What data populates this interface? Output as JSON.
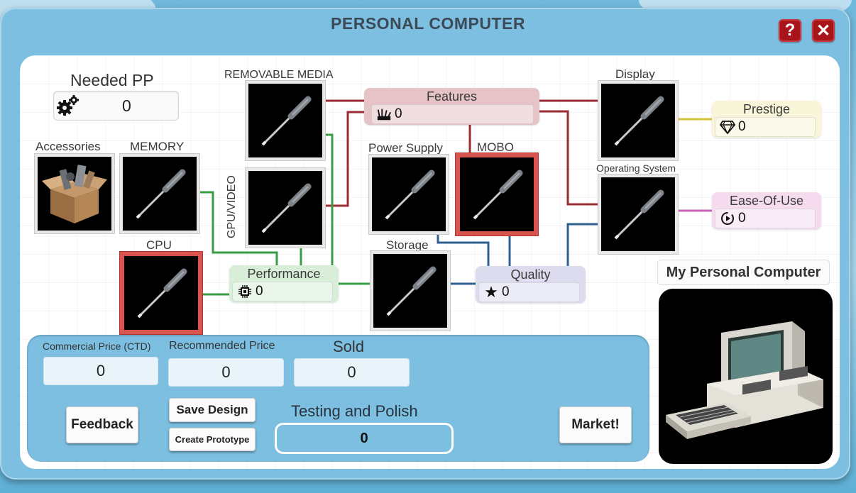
{
  "window": {
    "title": "PERSONAL COMPUTER",
    "help_label": "?",
    "close_label": "✕"
  },
  "needed_pp": {
    "title": "Needed PP",
    "value": "0",
    "icon": "gears-icon"
  },
  "components": {
    "accessories": "Accessories",
    "memory": "MEMORY",
    "cpu": "CPU",
    "removable_media": "REMOVABLE MEDIA",
    "gpu_video": "GPU/VIDEO",
    "power_supply": "Power Supply",
    "mobo": "MOBO",
    "storage": "Storage",
    "display": "Display",
    "operating_system": "Operating System"
  },
  "stats": {
    "features": {
      "label": "Features",
      "value": "0",
      "color": "#e5c3c6",
      "icon": "features-icon"
    },
    "performance": {
      "label": "Performance",
      "value": "0",
      "color": "#d9eed9",
      "icon": "chip-icon"
    },
    "quality": {
      "label": "Quality",
      "value": "0",
      "color": "#dcdcee",
      "icon": "star-icon"
    },
    "prestige": {
      "label": "Prestige",
      "value": "0",
      "color": "#f8f5d8",
      "icon": "diamond-icon"
    },
    "ease_of_use": {
      "label": "Ease-Of-Use",
      "value": "0",
      "color": "#f4dcee",
      "icon": "clock-icon"
    }
  },
  "bottom": {
    "commercial_price_label": "Commercial Price (CTD)",
    "commercial_price_value": "0",
    "recommended_price_label": "Recommended Price",
    "recommended_price_value": "0",
    "sold_label": "Sold",
    "sold_value": "0",
    "feedback_button": "Feedback",
    "save_design_button": "Save Design",
    "create_prototype_button": "Create Prototype",
    "testing_polish_label": "Testing and Polish",
    "testing_polish_value": "0",
    "market_button": "Market!"
  },
  "my_pc": {
    "title": "My Personal Computer"
  },
  "colors": {
    "features_line": "#9b2b34",
    "performance_line": "#3b9c47",
    "quality_line": "#2f5f8f",
    "prestige_line": "#d6c23a",
    "ease_line": "#c864b8",
    "selected_border": "#d9534f"
  }
}
